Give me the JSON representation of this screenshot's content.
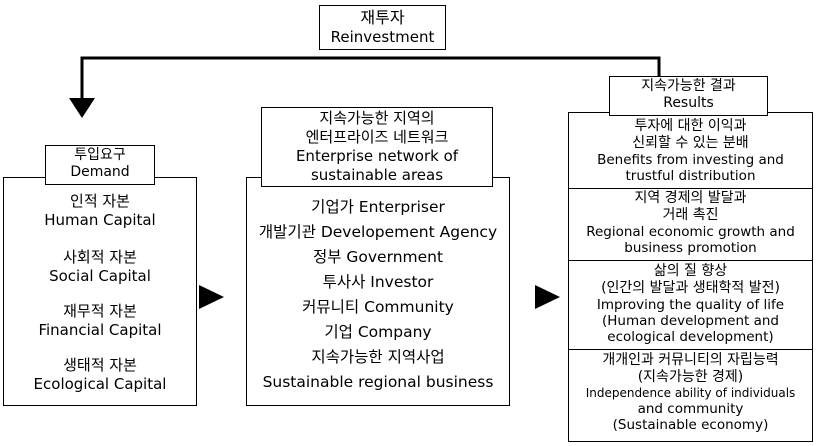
{
  "reinvestment": {
    "ko": "재투자",
    "en": "Reinvestment"
  },
  "demand": {
    "header": {
      "ko": "투입요구",
      "en": "Demand"
    },
    "items": [
      {
        "ko": "인적 자본",
        "en": "Human Capital"
      },
      {
        "ko": "사회적 자본",
        "en": "Social Capital"
      },
      {
        "ko": "재무적 자본",
        "en": "Financial Capital"
      },
      {
        "ko": "생태적 자본",
        "en": "Ecological Capital"
      }
    ]
  },
  "network": {
    "header": {
      "ko1": "지속가능한 지역의",
      "ko2": "엔터프라이즈 네트워크",
      "en1": "Enterprise network of",
      "en2": "sustainable areas"
    },
    "items": [
      "기업가 Enterpriser",
      "개발기관 Developement Agency",
      "정부 Government",
      "투사사 Investor",
      "커뮤니티 Community",
      "기업 Company",
      "지속가능한 지역사업",
      "Sustainable regional business"
    ]
  },
  "results": {
    "header": {
      "ko": "지속가능한 결과",
      "en": "Results"
    },
    "items": [
      {
        "l1": "투자에 대한 이익과",
        "l2": "신뢰할 수 있는 분배",
        "l3": "Benefits from investing and",
        "l4": "trustful distribution"
      },
      {
        "l1": "지역 경제의 발달과",
        "l2": "거래 촉진",
        "l3": "Regional economic growth and",
        "l4": "business promotion"
      },
      {
        "l1": "삶의 질 향상",
        "l2": "(인간의 발달과 생태학적 발전)",
        "l3": "Improving the quality of life",
        "l4": "(Human development and",
        "l5": "ecological development)"
      },
      {
        "l1": "개개인과 커뮤니티의 자립능력",
        "l2": "(지속가능한 경제)",
        "l3": "Independence ability of individuals",
        "l4": "and community",
        "l5": "(Sustainable economy)"
      }
    ]
  }
}
